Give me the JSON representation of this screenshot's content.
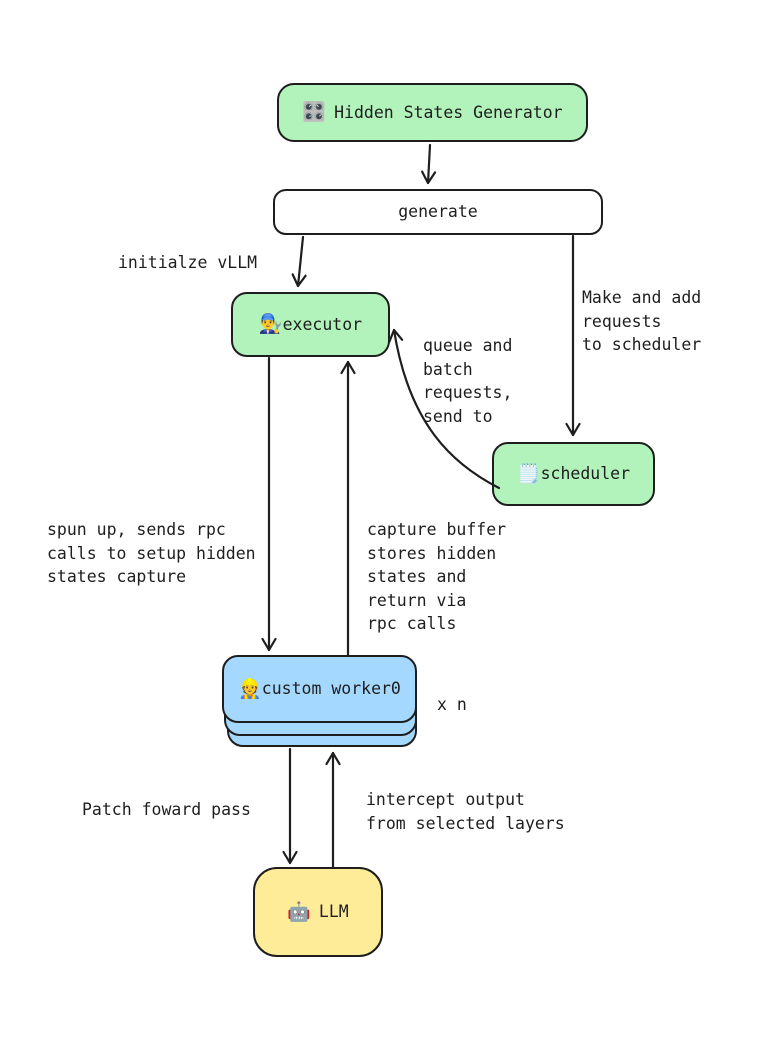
{
  "diagram": {
    "nodes": {
      "hsg": {
        "icon": "🎛️",
        "label": "Hidden States Generator"
      },
      "generate": {
        "label": "generate"
      },
      "executor": {
        "icon": "👨‍🔧",
        "label": "executor"
      },
      "scheduler": {
        "icon": "🗒️",
        "label": "scheduler"
      },
      "worker": {
        "icon": "👷",
        "label": "custom worker0",
        "multiplier": "x n"
      },
      "llm": {
        "icon": "🤖",
        "label": "LLM"
      }
    },
    "labels": {
      "initialize_vllm": "initialze vLLM",
      "make_requests": "Make and add\nrequests\nto scheduler",
      "queue_batch": "queue and\nbatch\nrequests,\nsend to",
      "spun_up": "spun up, sends rpc\ncalls to setup hidden\nstates capture",
      "capture_buffer": "capture buffer\nstores hidden\nstates and\nreturn via\nrpc calls",
      "patch_forward": "Patch foward pass",
      "intercept_output": "intercept output\nfrom selected layers"
    },
    "colors": {
      "node_green": "#b2f2bb",
      "node_blue": "#a5d8ff",
      "node_yellow": "#ffec99",
      "stroke": "#1e1e1e",
      "background": "#ffffff"
    }
  }
}
